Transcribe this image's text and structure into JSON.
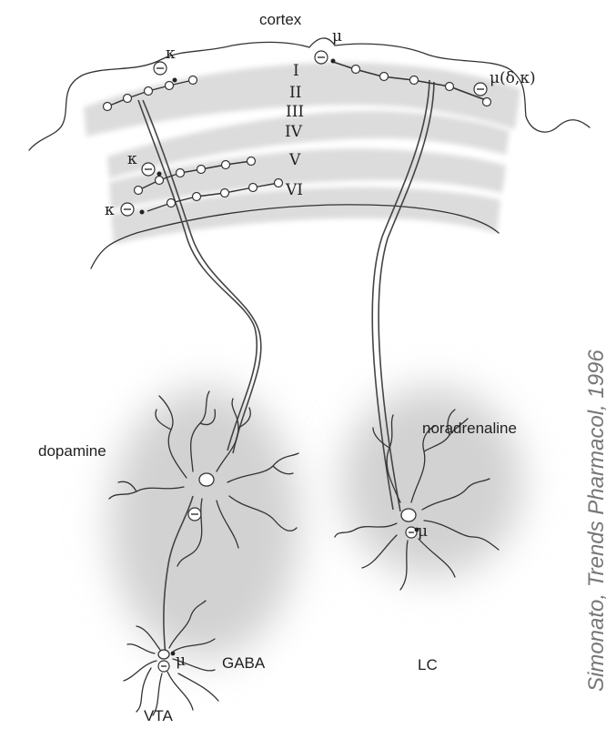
{
  "labels": {
    "cortex": "cortex",
    "layer_I": "I",
    "layer_II": "II",
    "layer_III": "III",
    "layer_IV": "IV",
    "layer_V": "V",
    "layer_VI": "VI",
    "dopamine": "dopamine",
    "noradrenaline": "noradrenaline",
    "gaba": "GABA",
    "vta": "VTA",
    "lc": "LC"
  },
  "receptors": {
    "kappa_top": "κ",
    "mu_top": "μ",
    "mu_delta_kappa": "μ(δ,κ)",
    "kappa_layer_v": "κ",
    "kappa_layer_vi": "κ",
    "mu_gaba": "μ",
    "mu_lc": "μ"
  },
  "credit": "Simonato, Trends Pharmacol, 1996",
  "colors": {
    "layer_band": "#dcdcdc",
    "nucleus_shade": "#d2d2d2",
    "line": "#333333",
    "credit_text": "#777777"
  }
}
